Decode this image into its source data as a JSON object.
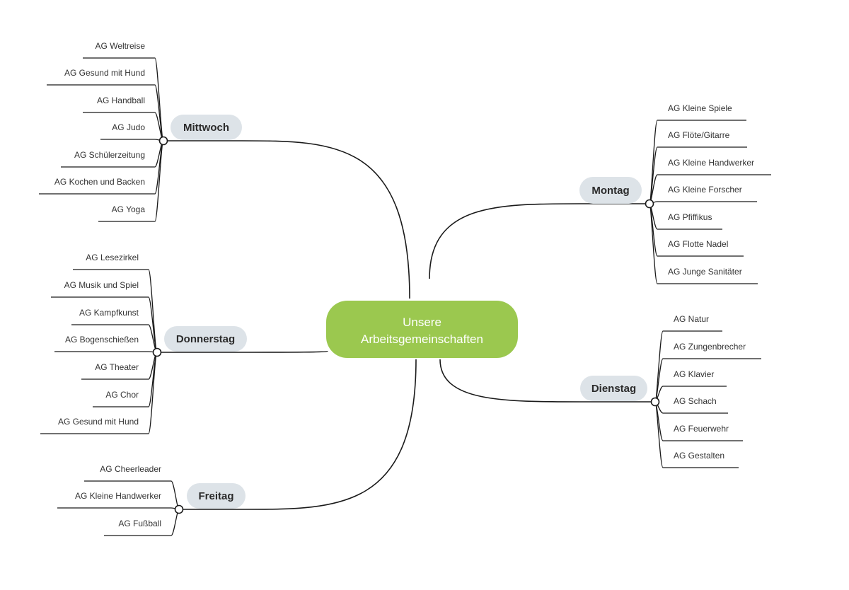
{
  "central": {
    "line1": "Unsere",
    "line2": "Arbeitsgemeinschaften"
  },
  "colors": {
    "central": "#9bc84f",
    "day_pill": "#dde3e8",
    "line": "#1a1a1a"
  },
  "branches": [
    {
      "day": "Mittwoch",
      "items": [
        "AG Weltreise",
        "AG Gesund mit Hund",
        "AG Handball",
        "AG Judo",
        "AG Schülerzeitung",
        "AG Kochen und Backen",
        "AG Yoga"
      ]
    },
    {
      "day": "Donnerstag",
      "items": [
        "AG Lesezirkel",
        "AG Musik und Spiel",
        "AG Kampfkunst",
        "AG Bogenschießen",
        "AG Theater",
        "AG Chor",
        "AG Gesund mit Hund"
      ]
    },
    {
      "day": "Freitag",
      "items": [
        "AG Cheerleader",
        "AG Kleine Handwerker",
        "AG Fußball"
      ]
    },
    {
      "day": "Montag",
      "items": [
        "AG Kleine Spiele",
        "AG Flöte/Gitarre",
        "AG Kleine Handwerker",
        "AG Kleine Forscher",
        "AG Pfiffikus",
        "AG Flotte Nadel",
        "AG Junge Sanitäter"
      ]
    },
    {
      "day": "Dienstag",
      "items": [
        "AG Natur",
        "AG Zungenbrecher",
        "AG Klavier",
        "AG Schach",
        "AG Feuerwehr",
        "AG Gestalten"
      ]
    }
  ]
}
